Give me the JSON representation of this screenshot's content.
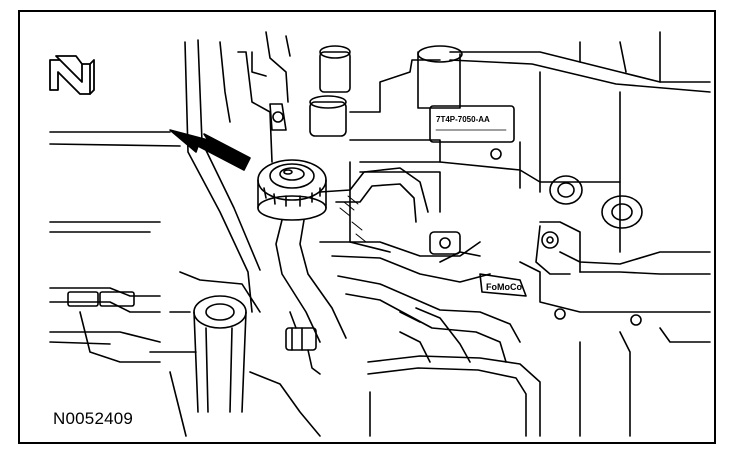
{
  "figure": {
    "id": "N0052409",
    "part_number": "7T4P-7050-AA",
    "brand_stamp": "FoMoCo",
    "colors": {
      "line": "#000000",
      "background": "#ffffff"
    },
    "icons": [
      "north-arrow-icon",
      "pointer-arrow-icon"
    ]
  }
}
